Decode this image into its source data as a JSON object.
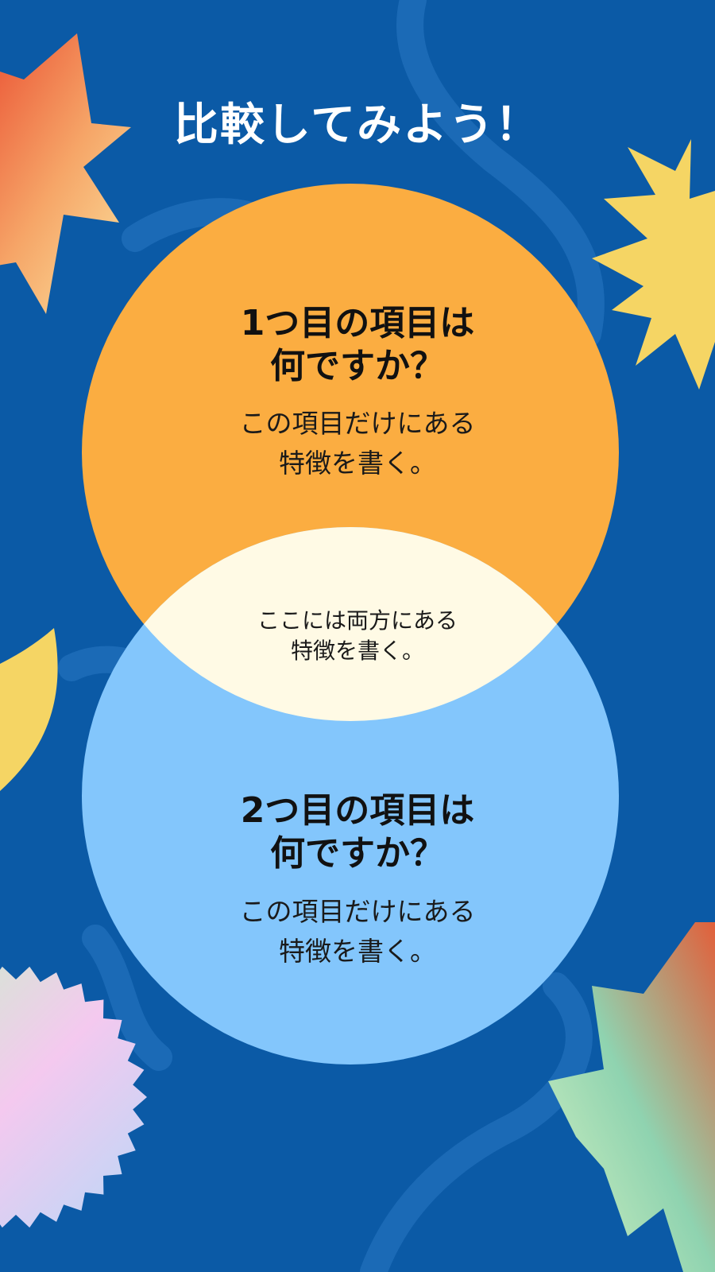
{
  "title": "比較してみよう！",
  "circle1": {
    "title": "1つ目の項目は\n何ですか？",
    "body": "この項目だけにある\n特徴を書く。",
    "color": "#fbad41"
  },
  "overlap": {
    "body": "ここには両方にある\n特徴を書く。",
    "color": "#fffae5"
  },
  "circle2": {
    "title": "2つ目の項目は\n何ですか？",
    "body": "この項目だけにある\n特徴を書く。",
    "color": "#83c6fc"
  },
  "colors": {
    "background": "#0b5aa6",
    "texture": "#2a78c2"
  }
}
